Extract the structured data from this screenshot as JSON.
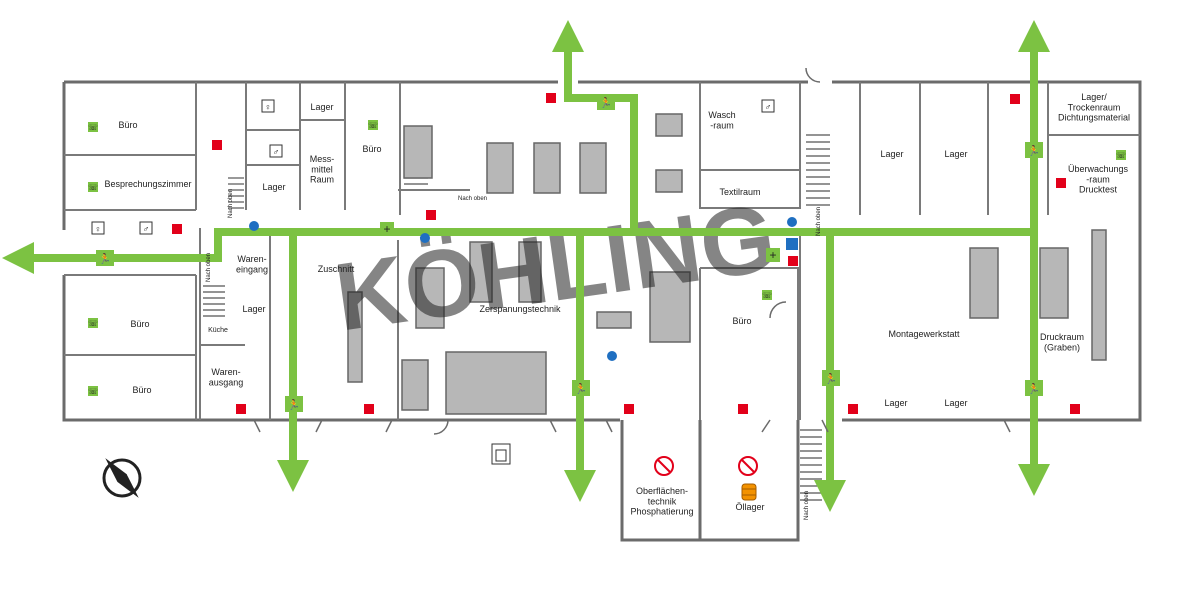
{
  "colors": {
    "route": "#7cc242",
    "wall": "#6b6b6b",
    "fire": "#e2001a",
    "info": "#1f6fc1",
    "machine": "#9a9a9a"
  },
  "watermark": "KÖHLING",
  "rooms": {
    "buero_1": "Büro",
    "besprechung": "Besprechungszimmer",
    "lager_small": "Lager",
    "messmittel": "Mess-\nmittel\nRaum",
    "lager_2": "Lager",
    "buero_2": "Büro",
    "waschraum": "Wasch\n-raum",
    "textilraum": "Textilraum",
    "lager_3": "Lager",
    "lager_4": "Lager",
    "trockenraum": "Lager/\nTrockenraum\nDichtungsmaterial",
    "ueberwachung": "Überwachungs\n-raum\nDrucktest",
    "wareneingang": "Waren-\neingang",
    "zuschnitt": "Zuschnitt",
    "lager_5": "Lager",
    "kueche": "Küche",
    "buero_3": "Büro",
    "buero_4": "Büro",
    "warenausgang": "Waren-\nausgang",
    "zerspanung": "Zerspanungstechnik",
    "buero_5": "Büro",
    "montage": "Montagewerkstatt",
    "druckraum": "Druckraum\n(Graben)",
    "lager_6": "Lager",
    "lager_7": "Lager",
    "oberflaeche": "Oberflächen-\ntechnik\nPhosphatierung",
    "oellager": "Öllager"
  },
  "stair_labels": {
    "nach_oben_1": "Nach oben",
    "nach_oben_2": "Nach oben",
    "nach_oben_3": "Nach oben",
    "nach_oben_4": "Nach oben",
    "nach_oben_5": "Nach oben"
  },
  "icons": {
    "phone": "phone-icon",
    "wc": "wc-icon",
    "extinguisher": "fire-extinguisher-icon",
    "first_aid": "first-aid-icon",
    "info": "info-icon",
    "no_smoking": "no-smoking-icon",
    "oil_barrel": "oil-barrel-icon",
    "compass": "compass-icon",
    "exit_runner": "emergency-exit-icon"
  }
}
